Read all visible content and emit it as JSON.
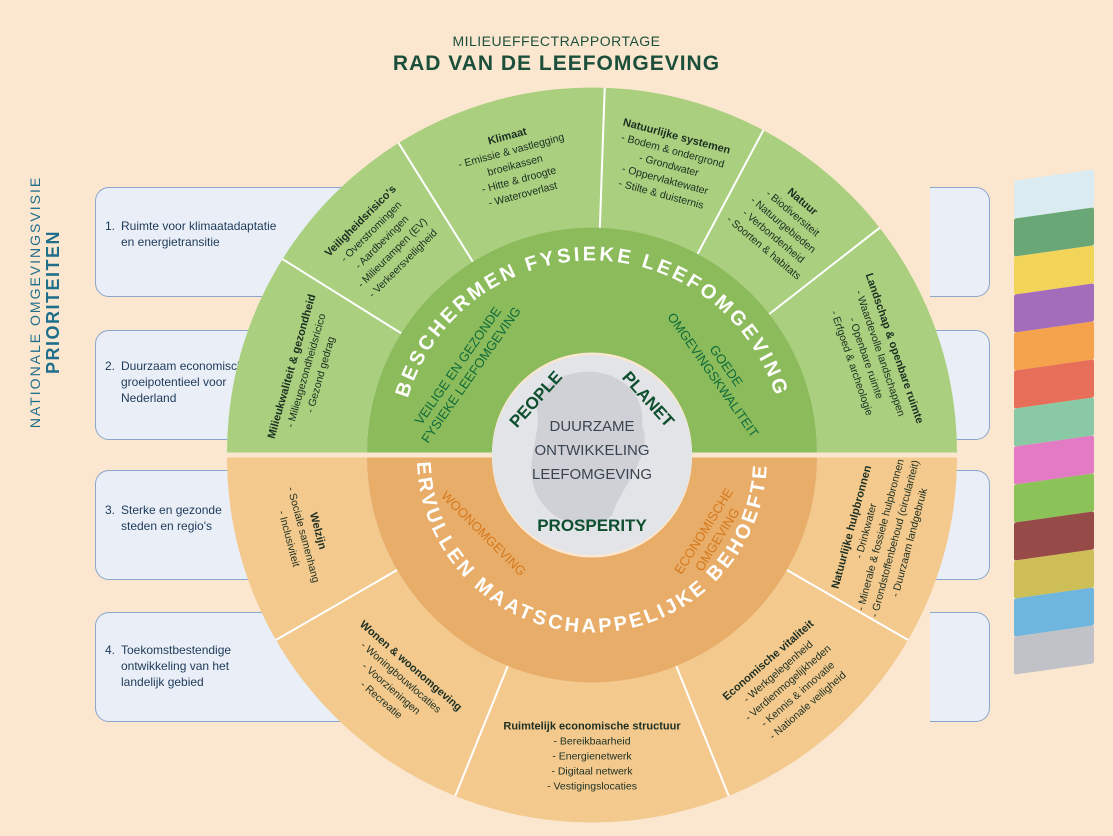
{
  "header": {
    "supertitle": "MILIEUEFFECTRAPPORTAGE",
    "title": "RAD VAN DE LEEFOMGEVING"
  },
  "side_title": {
    "line1": "NATIONALE OMGEVINGSVISIE",
    "line2": "PRIORITEITEN"
  },
  "priorities": [
    {
      "num": "1.",
      "lines": [
        "Ruimte voor klimaatadaptatie",
        "en energietransitie"
      ]
    },
    {
      "num": "2.",
      "lines": [
        "Duurzaam economisch",
        "groeipotentieel voor",
        "Nederland"
      ]
    },
    {
      "num": "3.",
      "lines": [
        "Sterke en gezonde",
        "steden en regio's"
      ]
    },
    {
      "num": "4.",
      "lines": [
        "Toekomstbestendige",
        "ontwikkeling van het",
        "landelijk gebied"
      ]
    }
  ],
  "center": {
    "lines": [
      "DUURZAME",
      "ONTWIKKELING",
      "LEEFOMGEVING"
    ],
    "people": "PEOPLE",
    "planet": "PLANET",
    "prosperity": "PROSPERITY"
  },
  "green_half": {
    "ring_title": "BESCHERMEN FYSIEKE LEEFOMGEVING",
    "left_label": [
      "VEILIGE EN GEZONDE",
      "FYSIEKE LEEFOMGEVING"
    ],
    "right_label": [
      "GOEDE",
      "OMGEVINGSKWALITEIT"
    ],
    "segments": [
      {
        "title": "Milieukwaliteit & gezondheid",
        "items": [
          "- Milieugezondheidsricico",
          "- Gezond gedrag"
        ]
      },
      {
        "title": "Veiligheidsrisico's",
        "items": [
          "- Overstromingen",
          "- Aardbevingen",
          "- Milieurampen (EV)",
          "- Verkeersveiligheid"
        ]
      },
      {
        "title": "Klimaat",
        "items": [
          "- Emissie & vastlegging",
          "broeikassen",
          "- Hitte & droogte",
          "- Wateroverlast"
        ]
      },
      {
        "title": "Natuurlijke systemen",
        "items": [
          "- Bodem & ondergrond",
          "- Grondwater",
          "- Oppervlaktewater",
          "- Stilte & duisternis"
        ]
      },
      {
        "title": "Natuur",
        "items": [
          "- Biodiversiteit",
          "- Natuurgebieden",
          "- Verbondenheid",
          "- Soorten & habitats"
        ]
      },
      {
        "title": "Landschap & openbare ruimte",
        "items": [
          "- Waardevolle landschappen",
          "- Openbare ruimte",
          "- Erfgoed & archeologie"
        ]
      }
    ]
  },
  "orange_half": {
    "ring_title": "VERVULLEN MAATSCHAPPELIJKE BEHOEFTEN",
    "left_label": [
      "WOONOMGEVING"
    ],
    "right_label": [
      "ECONOMISCHE",
      "OMGEVING"
    ],
    "segments": [
      {
        "title": "Welzijn",
        "items": [
          "- Sociale samenhang",
          "- Inclusiviteit"
        ]
      },
      {
        "title": "Wonen & woonomgeving",
        "items": [
          "- Woningbouwlocaties",
          "- Voorzieningen",
          "- Recreatie"
        ]
      },
      {
        "title": "Ruimtelijk economische structuur",
        "items": [
          "- Bereikbaarheid",
          "- Energienetwerk",
          "- Digitaal netwerk",
          "- Vestigingslocaties"
        ]
      },
      {
        "title": "Economische vitaliteit",
        "items": [
          "- Werkgelegenheid",
          "- Verdienmogelijkheden",
          "- Kennis & innovatie",
          "- Nationale veiligheid"
        ]
      },
      {
        "title": "Natuurlijke hulpbronnen",
        "items": [
          "- Drinkwater",
          "- Minerale & fossiele hulpbronnen",
          "- Grondstoffenbehoud (circulariteit)",
          "- Duurzaam landgebruik"
        ]
      }
    ]
  },
  "colors": {
    "green_outer": "#a9cf7f",
    "green_inner": "#8bbb5a",
    "green_text": "#0f6b3a",
    "orange_outer": "#f3c98e",
    "orange_inner": "#e8ad68",
    "orange_text": "#d5791d",
    "center": "#e3e4e8",
    "dark_text": "#1c2f22",
    "panel": "#e9eef7",
    "panel_border": "#8aa6cc",
    "title": "#1c4f3b"
  },
  "layer_stack_colors": [
    "#d6ecf4",
    "#5aa06b",
    "#f1d24a",
    "#9a5fb8",
    "#f39a3c",
    "#e4604a",
    "#7cc5a0",
    "#e06fc2",
    "#7fbf4a",
    "#8c3a3a",
    "#c9b94a",
    "#5fb0e0",
    "#b9bec7"
  ]
}
